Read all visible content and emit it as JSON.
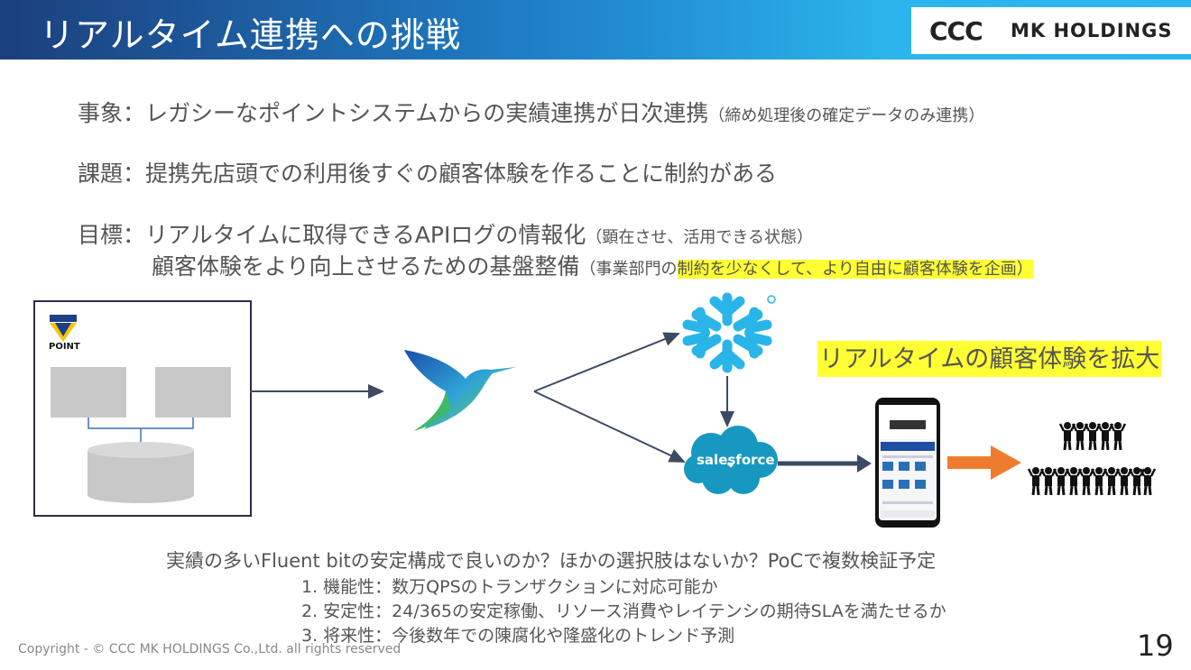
{
  "header": {
    "title": "リアルタイム連携への挑戦",
    "logo_ccc": "CCC",
    "logo_mk": "MK HOLDINGS"
  },
  "statements": {
    "jisho_label": "事象：",
    "jisho_text": "レガシーなポイントシステムからの実績連携が日次連携",
    "jisho_note": "（締め処理後の確定データのみ連携）",
    "kadai_label": "課題：",
    "kadai_text": "提携先店頭での利用後すぐの顧客体験を作ることに制約がある",
    "mokuhyo_label": "目標：",
    "mokuhyo_text1": "リアルタイムに取得できるAPIログの情報化",
    "mokuhyo_note1": "（顕在させ、活用できる状態）",
    "mokuhyo_text2": "顧客体験をより向上させるための基盤整備",
    "mokuhyo_note2a": "（事業部門の",
    "mokuhyo_note2b": "制約を少なくして、より自由に顧客体験を企画",
    "mokuhyo_note2c": "）"
  },
  "diagram": {
    "vpoint_label": "POINT",
    "salesforce_label": "salesforce",
    "callout": "リアルタイムの顧客体験を拡大",
    "colors": {
      "arrow": "#3d4a63",
      "orange": "#ee7c2e",
      "snowflake": "#29b5e8",
      "salesforce": "#1798c1"
    }
  },
  "caption": {
    "main": "実績の多いFluent bitの安定構成で良いのか？ほかの選択肢はないか？PoCで複数検証予定",
    "items": [
      "1. 機能性：数万QPSのトランザクションに対応可能か",
      "2. 安定性：24/365の安定稼働、リソース消費やレイテンシの期待SLAを満たせるか",
      "3. 将来性：今後数年での陳腐化や隆盛化のトレンド予測"
    ]
  },
  "footer": {
    "copyright": "Copyright - © CCC MK HOLDINGS Co.,Ltd. all rights reserved",
    "page": "19"
  }
}
